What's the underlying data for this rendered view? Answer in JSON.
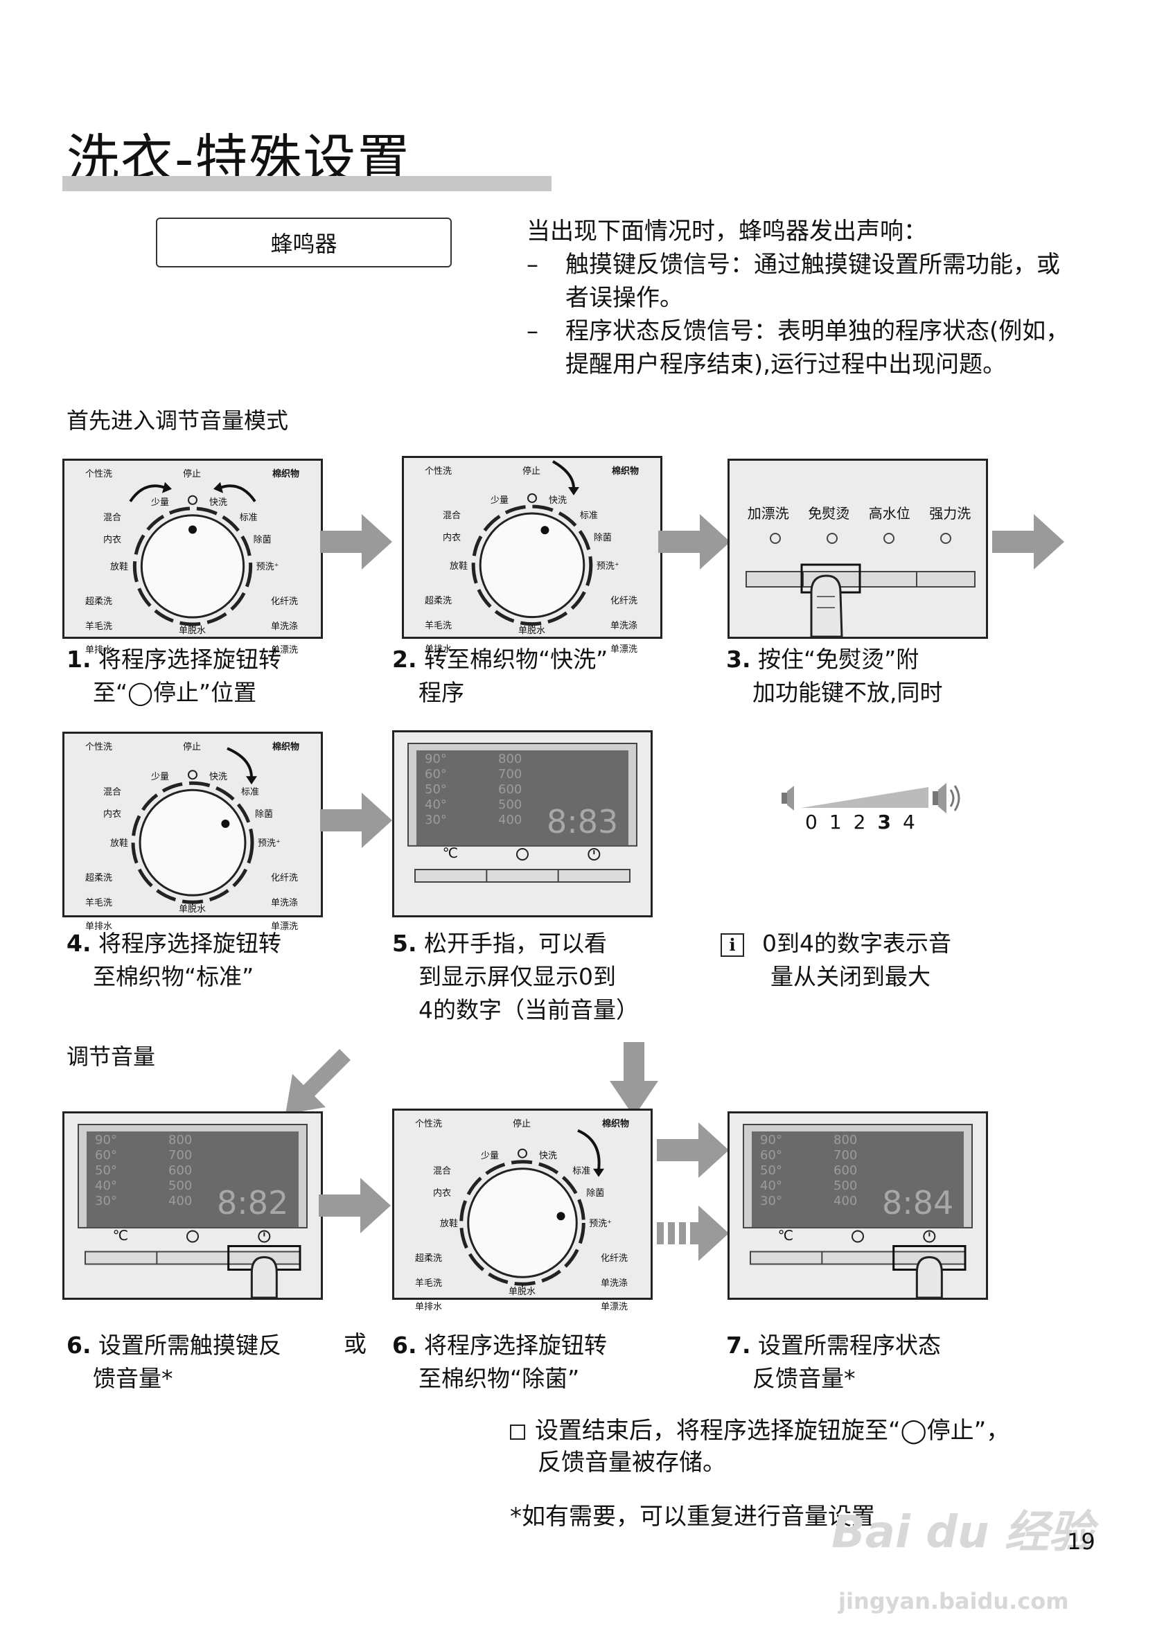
{
  "page": {
    "title": "洗衣-特殊设置",
    "page_number": "19"
  },
  "beeper": {
    "label": "蜂鸣器",
    "intro": "当出现下面情况时，蜂鸣器发出声响：",
    "items": [
      {
        "dash": "–",
        "line1": "触摸键反馈信号：通过触摸键设置所需功能，或",
        "line2": "者误操作。"
      },
      {
        "dash": "–",
        "line1": "程序状态反馈信号：表明单独的程序状态(例如，",
        "line2": "提醒用户程序结束),运行过程中出现问题。"
      }
    ]
  },
  "sections": {
    "enter_mode": "首先进入调节音量模式",
    "adjust": "调节音量"
  },
  "dial_labels": {
    "top_left": "个性洗",
    "top_mid": "停止",
    "top_right": "棉织物",
    "low": "少量",
    "mix": "混合",
    "underwear": "内衣",
    "shoes": "放鞋",
    "super": "超柔洗",
    "wool": "羊毛洗",
    "drain": "单排水",
    "spin": "单脱水",
    "quick": "快洗",
    "standard": "标准",
    "sterilize": "除菌",
    "prewash": "预洗⁺",
    "synthetic": "化纤洗",
    "rinse": "单洗涤",
    "single_rinse": "单漂洗"
  },
  "option_keys": [
    "加漂洗",
    "免熨烫",
    "高水位",
    "强力洗"
  ],
  "display": {
    "temps": [
      "90°",
      "60°",
      "50°",
      "40°",
      "30°"
    ],
    "spins": [
      "800",
      "700",
      "600",
      "500",
      "400"
    ],
    "digits": "8:88",
    "key_temp": "℃"
  },
  "volume_scale": [
    "0",
    "1",
    "2",
    "3",
    "4"
  ],
  "volume_current": "3",
  "steps": {
    "s1": {
      "num": "1.",
      "l1": "将程序选择旋钮转",
      "l2": "至“◯停止”位置"
    },
    "s2": {
      "num": "2.",
      "l1": "转至棉织物“快洗”",
      "l2": "程序"
    },
    "s3": {
      "num": "3.",
      "l1": "按住“免熨烫”附",
      "l2": "加功能键不放,同时"
    },
    "s4": {
      "num": "4.",
      "l1": "将程序选择旋钮转",
      "l2": "至棉织物“标准”"
    },
    "s5": {
      "num": "5.",
      "l1": "松开手指，可以看",
      "l2": "到显示屏仅显示0到",
      "l3": "4的数字（当前音量）"
    },
    "s6a": {
      "num": "6.",
      "l1": "设置所需触摸键反",
      "l2": "馈音量*"
    },
    "or": "或",
    "s6b": {
      "num": "6.",
      "l1": "将程序选择旋钮转",
      "l2": "至棉织物“除菌”"
    },
    "s7": {
      "num": "7.",
      "l1": "设置所需程序状态",
      "l2": "反馈音量*"
    }
  },
  "info_note": {
    "icon": "i",
    "l1": "0到4的数字表示音",
    "l2": "量从关闭到最大"
  },
  "final_note": {
    "l1": "设置结束后，将程序选择旋钮旋至“◯停止”，",
    "l2": "反馈音量被存储。"
  },
  "footnote": "*如有需要，可以重复进行音量设置",
  "watermark": {
    "brand": "Bai du 经验",
    "url": "jingyan.baidu.com"
  }
}
